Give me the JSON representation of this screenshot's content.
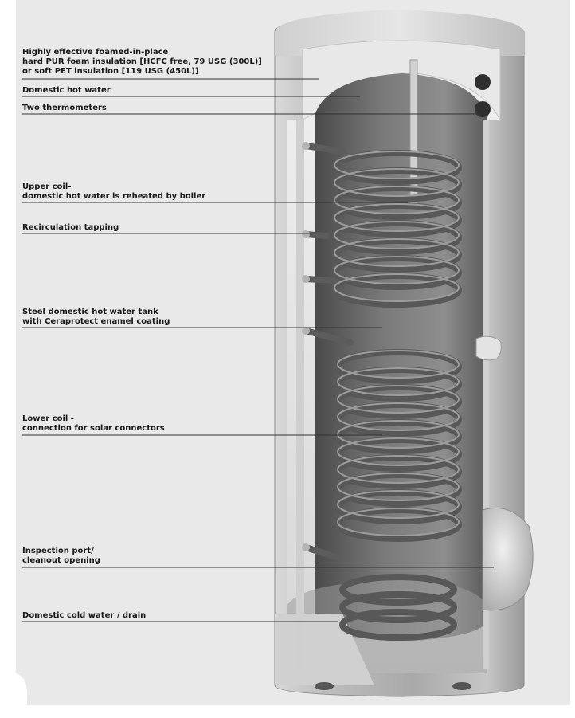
{
  "labels": {
    "insulation": [
      "Highly effective foamed-in-place",
      "hard PUR foam insulation [HCFC free, 79 USG (300L)]",
      "or soft PET insulation [119 USG (450L)]"
    ],
    "hot_water": [
      "Domestic hot water"
    ],
    "thermometers": [
      "Two thermometers"
    ],
    "upper_coil": [
      "Upper coil-",
      "domestic hot water is reheated by boiler"
    ],
    "recirculation": [
      "Recirculation tapping"
    ],
    "steel_tank": [
      "Steel domestic hot water tank",
      "with Ceraprotect enamel coating"
    ],
    "lower_coil": [
      "Lower coil -",
      "connection for solar connectors"
    ],
    "inspection": [
      "Inspection port/",
      "cleanout opening"
    ],
    "cold_water": [
      "Domestic cold water / drain"
    ]
  },
  "colors": {
    "background_panel": "#e9e9e9",
    "shell": "#bdbdbd",
    "shell_dark": "#8f8f8f",
    "tank_interior": "#6e6e6e",
    "insulation_foam": "#e4e4e4",
    "coil": "#5a5a5a",
    "leader_line": "#333333",
    "label_text": "#1a1a1a"
  }
}
